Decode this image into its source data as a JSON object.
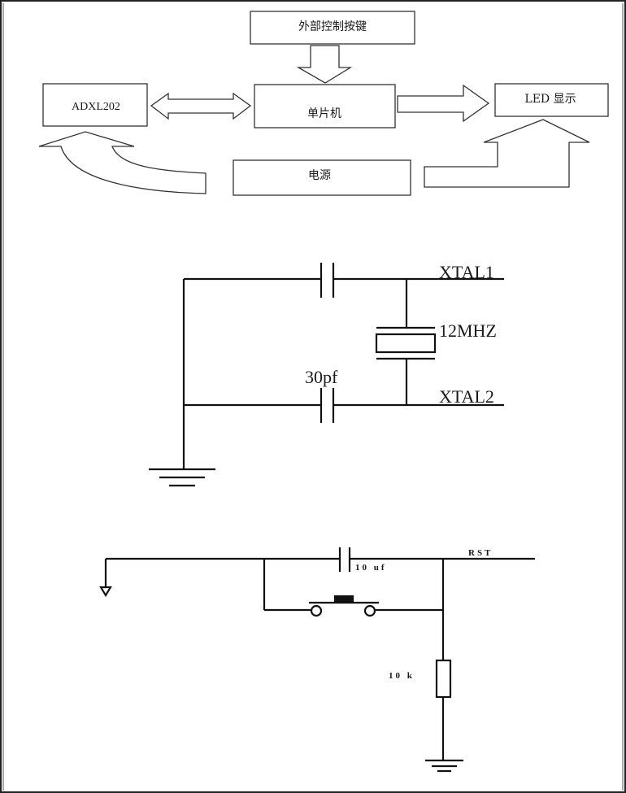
{
  "block_diagram": {
    "external_keys": "外部控制按键",
    "adxl": "ADXL202",
    "mcu": "单片机",
    "led": "LED 显示",
    "power": "电源"
  },
  "oscillator": {
    "xtal1": "XTAL1",
    "xtal2": "XTAL2",
    "crystal": "12MHZ",
    "capacitor": "30pf"
  },
  "reset": {
    "rst": "RST",
    "capacitor": "10 uf",
    "resistor": "10 k"
  }
}
